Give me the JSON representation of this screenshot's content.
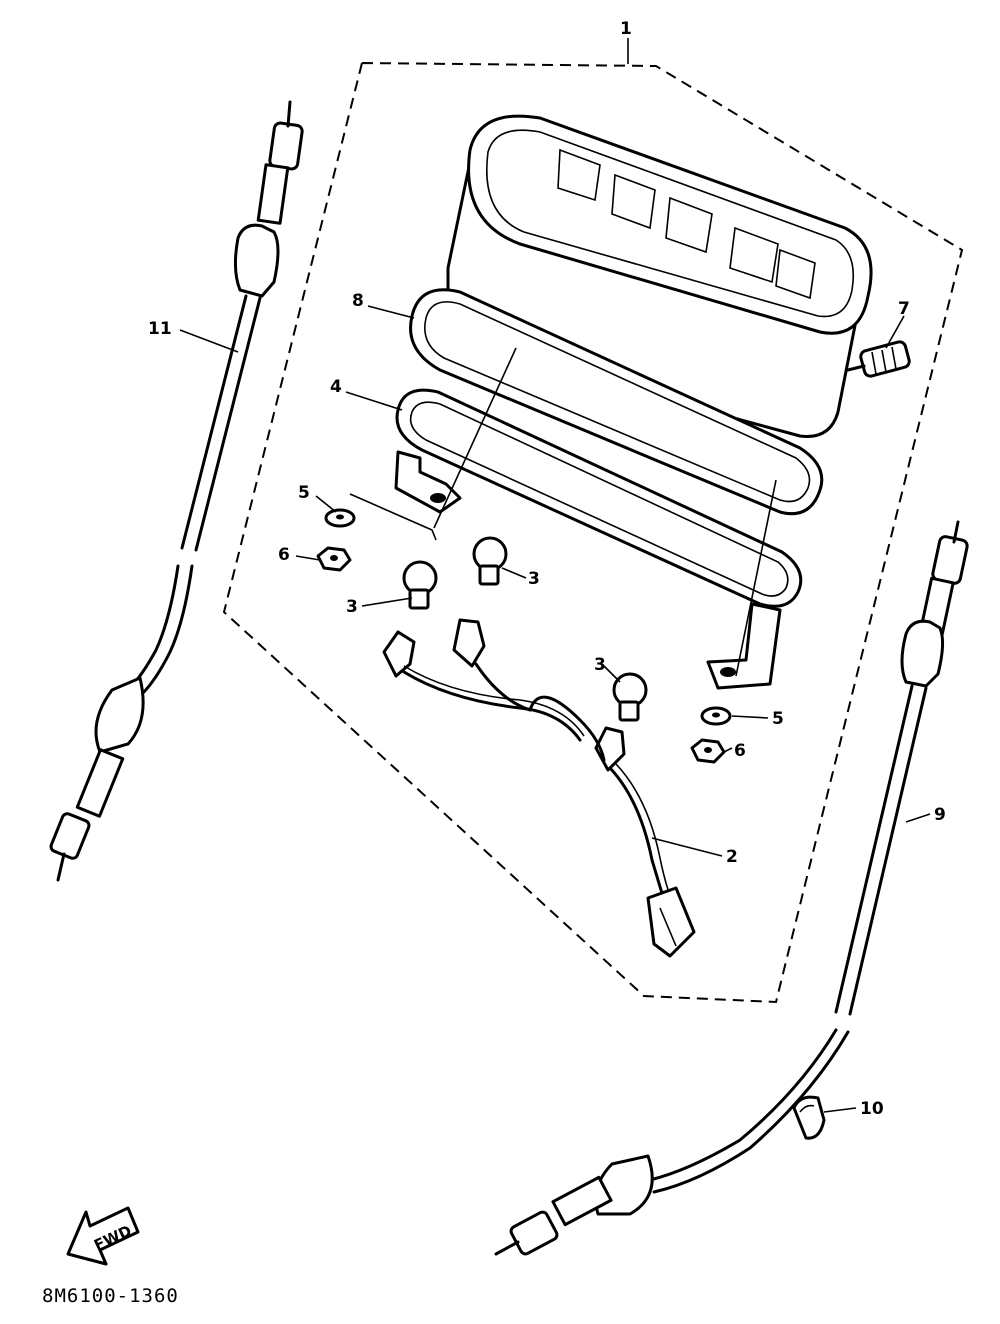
{
  "callouts": {
    "c1": "1",
    "c2": "2",
    "c3a": "3",
    "c3b": "3",
    "c3c": "3",
    "c4": "4",
    "c5a": "5",
    "c5b": "5",
    "c6a": "6",
    "c6b": "6",
    "c7": "7",
    "c8": "8",
    "c9": "9",
    "c10": "10",
    "c11": "11"
  },
  "forward_marker": "FWD",
  "part_number": "8M6100-1360"
}
